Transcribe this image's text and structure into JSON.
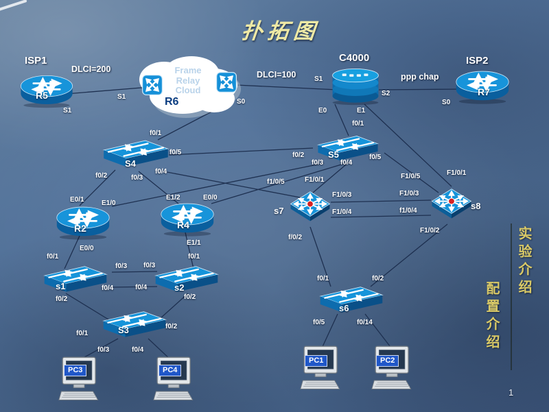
{
  "title": "扑拓图",
  "page_number": "1",
  "notes": {
    "experiment": "实验介绍",
    "config": "配置介绍"
  },
  "captions": {
    "isp1": "ISP1",
    "isp2": "ISP2",
    "c4000": "C4000"
  },
  "link_labels": {
    "dlci_200": "DLCI=200",
    "dlci_100": "DLCI=100",
    "ppp_chap": "ppp chap"
  },
  "devices": {
    "r5": "R5",
    "r6": "R6",
    "r7": "R7",
    "r2": "R2",
    "r4": "R4",
    "s4": "S4",
    "s5": "S5",
    "s7": "s7",
    "s8": "s8",
    "s1": "s1",
    "s2": "s2",
    "s3": "S3",
    "s6": "s6",
    "pc1": "PC1",
    "pc2": "PC2",
    "pc3": "PC3",
    "pc4": "PC4",
    "cloud": "Frame Relay Cloud"
  },
  "ports": {
    "r5_s1": "S1",
    "cloud_s1": "S1",
    "cloud_s0": "S0",
    "c4000_s1": "S1",
    "c4000_s2": "S2",
    "r7_s0": "S0",
    "c4000_e0": "E0",
    "c4000_e1": "E1",
    "s5_f0_1": "f0/1",
    "s5_f0_2": "f0/2",
    "s5_f0_3": "f0/3",
    "s5_f0_4": "f0/4",
    "s5_f0_5": "f0/5",
    "s4_f0_1": "f0/1",
    "s4_f0_2": "f0/2",
    "s4_f0_3": "f0/3",
    "s4_f0_4": "f0/4",
    "s4_f0_5": "f0/5",
    "s7_f1_0_5": "f1/0/5",
    "s7_f1_0_1": "F1/0/1",
    "s7_f1_0_3": "F1/0/3",
    "s7_f1_0_4": "F1/0/4",
    "s7_f_0_2": "f/0/2",
    "s8_f1_0_5": "F1/0/5",
    "s8_f1_0_1": "F1/0/1",
    "s8_f1_0_3": "F1/0/3",
    "s8_f1_0_4": "f1/0/4",
    "s8_f1_0_2": "F1/0/2",
    "r2_e0_1": "E0/1",
    "r2_e1_0": "E1/0",
    "r2_e0_0": "E0/0",
    "r4_e1_2": "E1/2",
    "r4_e0_0": "E0/0",
    "r4_e1_1": "E1/1",
    "s1_f0_1": "f0/1",
    "s1_f0_2": "f0/2",
    "s1_f0_3": "f0/3",
    "s1_f0_4": "f0/4",
    "s2_f0_1": "f0/1",
    "s2_f0_2": "f0/2",
    "s2_f0_3": "f0/3",
    "s2_f0_4": "f0/4",
    "s3_f0_1": "f0/1",
    "s3_f0_2": "f0/2",
    "s3_f0_3": "f0/3",
    "s3_f0_4": "f0/4",
    "s6_f0_1": "f0/1",
    "s6_f0_2": "f0/2",
    "s6_f0_5": "f0/5",
    "s6_f0_14": "f0/14"
  },
  "colors": {
    "device_blue": "#1694da",
    "device_blue_dark": "#0a5a94",
    "accent_red": "#d62222",
    "title_yellow": "#efe9a5",
    "note_yellow": "#d9c967",
    "pc_badge_blue": "#2057c8",
    "r6_navy": "#0a3c80",
    "background_blue": "#52729a",
    "line_navy": "#1e3050"
  }
}
